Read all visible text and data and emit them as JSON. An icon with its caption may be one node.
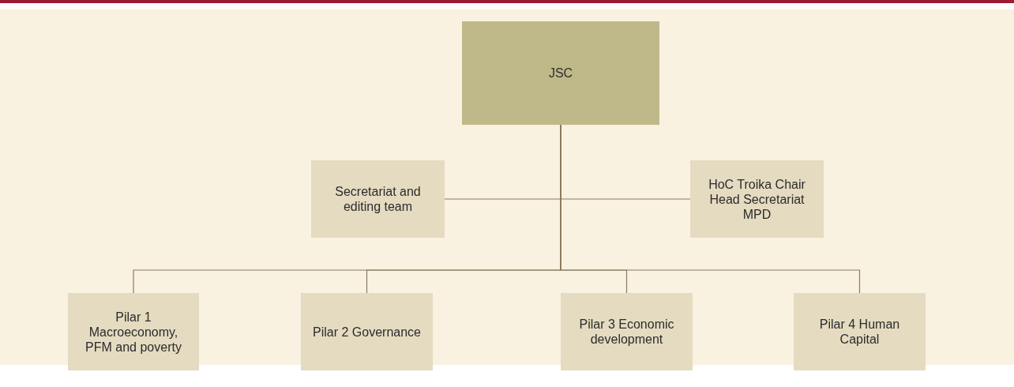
{
  "diagram": {
    "nodes": [
      {
        "text": [
          "JSC"
        ]
      },
      {
        "text": [
          "Secretariat and editing team"
        ]
      },
      {
        "text": [
          "HoC Troika Chair Head Secretariat MPD"
        ]
      },
      {
        "text": [
          "Pilar 1 Macroeconomy, PFM and poverty"
        ]
      },
      {
        "text": [
          "Pilar 2 Governance"
        ]
      },
      {
        "text": [
          "Pilar 3 Economic development"
        ]
      },
      {
        "text": [
          "Pilar 4 Human Capital"
        ]
      }
    ],
    "edges": [
      {
        "from": 0,
        "to": 1,
        "arrow": "none"
      },
      {
        "from": 0,
        "to": 2,
        "arrow": "none"
      },
      {
        "from": 0,
        "to": 3,
        "arrow": "none"
      },
      {
        "from": 0,
        "to": 4,
        "arrow": "none"
      },
      {
        "from": 0,
        "to": 5,
        "arrow": "none"
      },
      {
        "from": 0,
        "to": 6,
        "arrow": "none"
      }
    ]
  }
}
